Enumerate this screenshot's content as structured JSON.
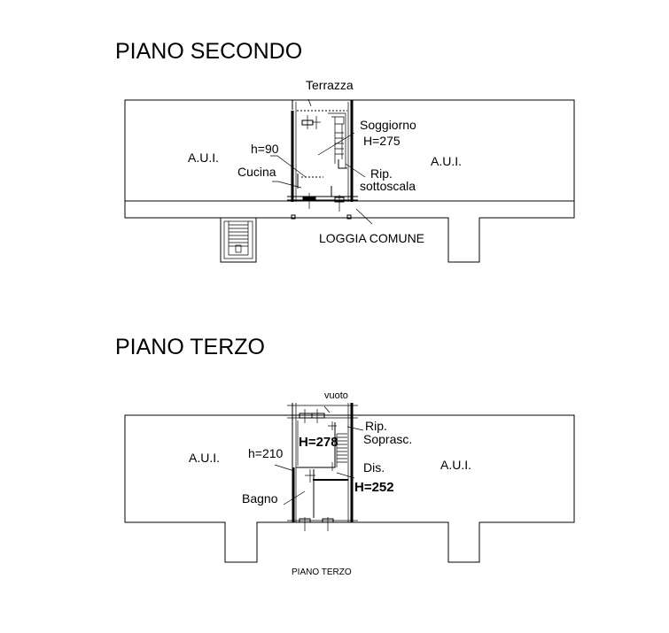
{
  "plan_second": {
    "title": "PIANO SECONDO",
    "labels": {
      "terrazza": "Terrazza",
      "soggiorno": "Soggiorno",
      "soggiorno_height": "H=275",
      "aui_left": "A.U.I.",
      "aui_right": "A.U.I.",
      "h90": "h=90",
      "cucina": "Cucina",
      "rip": "Rip.",
      "sottoscala": "sottoscala",
      "loggia": "LOGGIA COMUNE"
    }
  },
  "plan_third": {
    "title": "PIANO TERZO",
    "caption": "PIANO TERZO",
    "labels": {
      "vuoto": "vuoto",
      "rip": "Rip.",
      "soprasc": "Soprasc.",
      "h278": "H=278",
      "aui_left": "A.U.I.",
      "aui_right": "A.U.I.",
      "h210": "h=210",
      "dis": "Dis.",
      "h252": "H=252",
      "bagno": "Bagno"
    }
  }
}
